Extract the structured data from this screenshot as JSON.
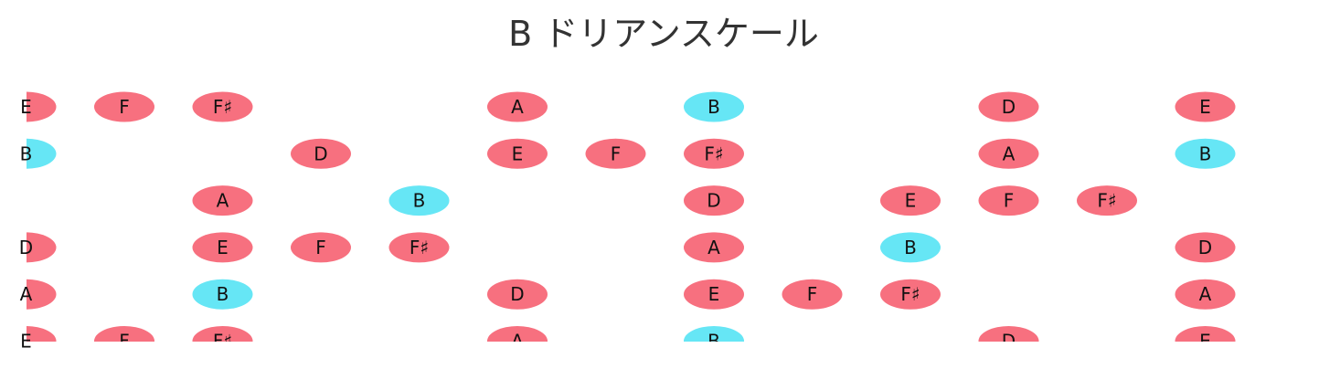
{
  "title": "B ドリアンスケール",
  "colors": {
    "root": "#66e6f5",
    "note": "#f7707f",
    "label": "#111111",
    "title": "#333333"
  },
  "strings": [
    {
      "notes": [
        "E",
        "F",
        "F♯",
        "",
        "",
        "A",
        "",
        "B",
        "",
        "",
        "D",
        "",
        "E"
      ]
    },
    {
      "notes": [
        "B",
        "",
        "",
        "D",
        "",
        "E",
        "F",
        "F♯",
        "",
        "",
        "A",
        "",
        "B"
      ]
    },
    {
      "notes": [
        "",
        "",
        "A",
        "",
        "B",
        "",
        "",
        "D",
        "",
        "E",
        "F",
        "F♯",
        ""
      ]
    },
    {
      "notes": [
        "D",
        "",
        "E",
        "F",
        "F♯",
        "",
        "",
        "A",
        "",
        "B",
        "",
        "",
        "D"
      ]
    },
    {
      "notes": [
        "A",
        "",
        "B",
        "",
        "",
        "D",
        "",
        "E",
        "F",
        "F♯",
        "",
        "",
        "A"
      ]
    },
    {
      "notes": [
        "E",
        "F",
        "F♯",
        "",
        "",
        "A",
        "",
        "B",
        "",
        "",
        "D",
        "",
        "E"
      ]
    }
  ],
  "root_note": "B"
}
